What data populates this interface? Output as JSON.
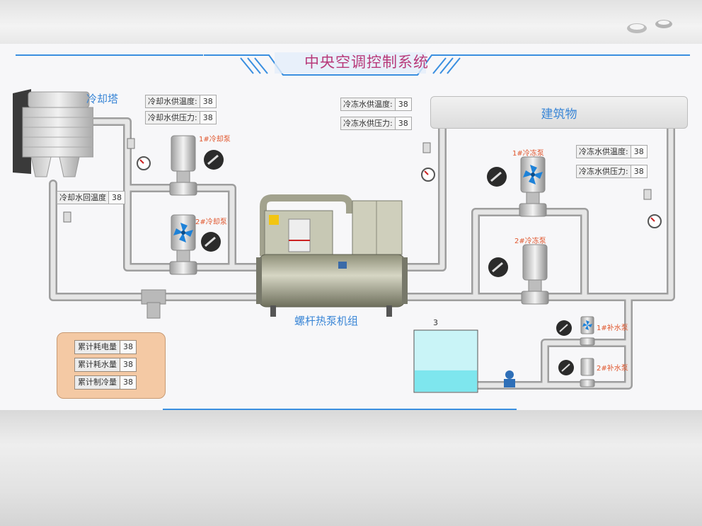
{
  "header": {
    "title": "中央空调控制系统"
  },
  "cooling_tower": {
    "label": "冷却塔",
    "supply_temp": {
      "label": "冷却水供温度:",
      "value": "38"
    },
    "supply_pressure": {
      "label": "冷却水供压力:",
      "value": "38"
    },
    "return_temp": {
      "label": "冷却水回温度",
      "value": "38"
    }
  },
  "chilled_water_left": {
    "supply_temp": {
      "label": "冷冻水供温度:",
      "value": "38"
    },
    "supply_pressure": {
      "label": "冷冻水供压力:",
      "value": "38"
    }
  },
  "chilled_water_right": {
    "supply_temp": {
      "label": "冷冻水供温度:",
      "value": "38"
    },
    "supply_pressure": {
      "label": "冷冻水供压力:",
      "value": "38"
    }
  },
  "pumps": {
    "cooling_1": "1#冷却泵",
    "cooling_2": "2#冷却泵",
    "chilled_1": "1#冷冻泵",
    "chilled_2": "2#冷冻泵",
    "makeup_1": "1#补水泵",
    "makeup_2": "2#补水泵"
  },
  "chiller": {
    "label": "螺杆热泵机组"
  },
  "building": {
    "label": "建筑物"
  },
  "tank": {
    "label": "3",
    "level_fraction": 0.35
  },
  "totals": {
    "power": {
      "label": "累计耗电量",
      "value": "38"
    },
    "water": {
      "label": "累计耗水量",
      "value": "38"
    },
    "cooling": {
      "label": "累计制冷量",
      "value": "38"
    }
  },
  "colors": {
    "pipe": "#c8c8c8",
    "accent": "#3a8fe0",
    "pump_label": "#e0552c",
    "water": "#7ee6ee"
  }
}
